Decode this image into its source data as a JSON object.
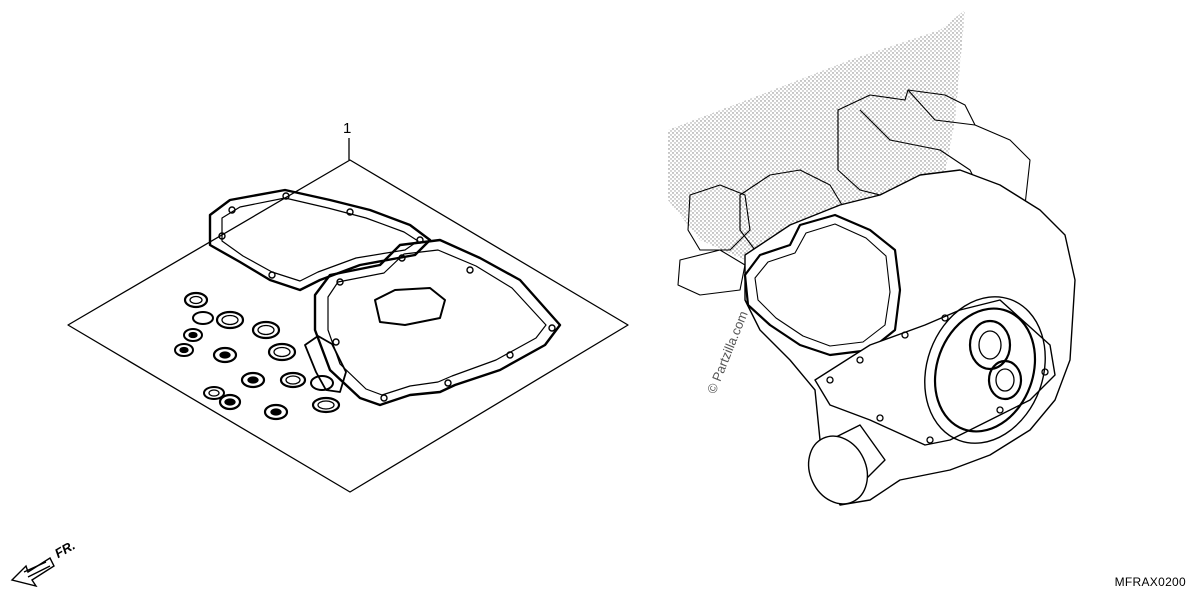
{
  "callouts": [
    {
      "number": "1"
    }
  ],
  "diagram_code": "MFRAX0200",
  "watermark": "© Partzilla.com",
  "front_indicator": {
    "label": "FR.",
    "icon": "front-arrow-icon"
  }
}
